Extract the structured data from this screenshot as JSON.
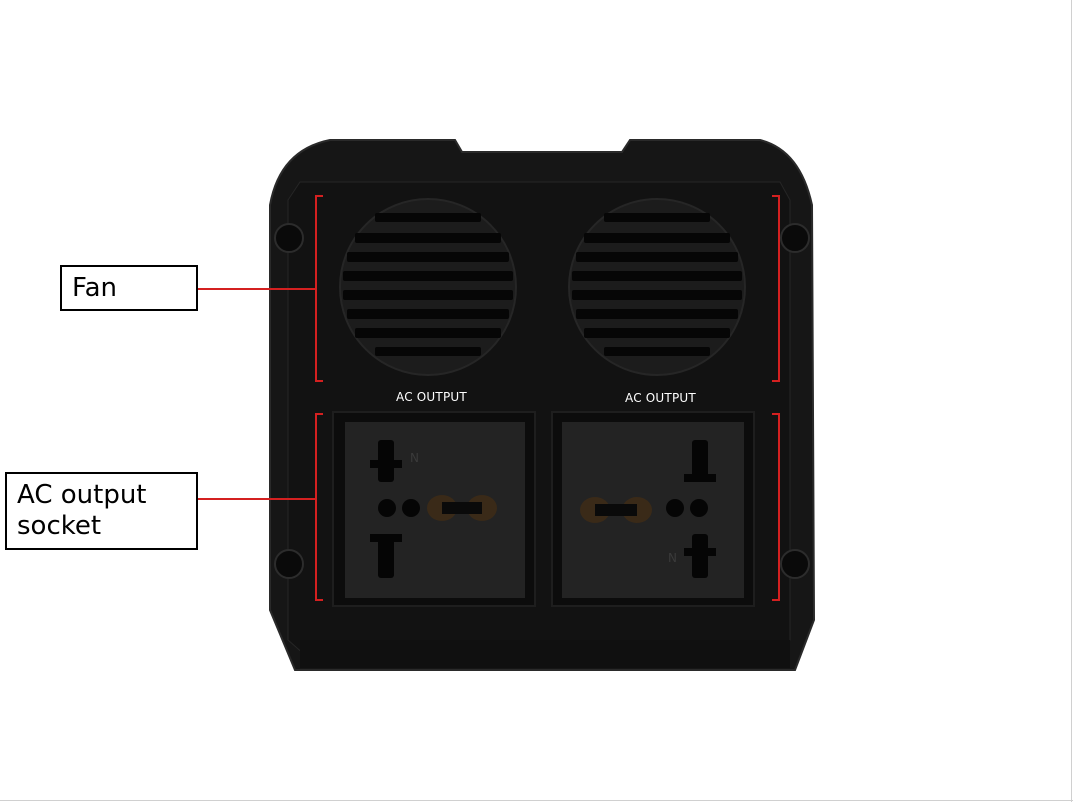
{
  "callouts": {
    "fan": "Fan",
    "socket_line1": "AC output",
    "socket_line2": "socket"
  },
  "panel_labels": [
    "AC OUTPUT",
    "AC OUTPUT"
  ],
  "colors": {
    "bracket": "#d42020",
    "housing": "#161616",
    "panel_text": "#ffffff"
  }
}
